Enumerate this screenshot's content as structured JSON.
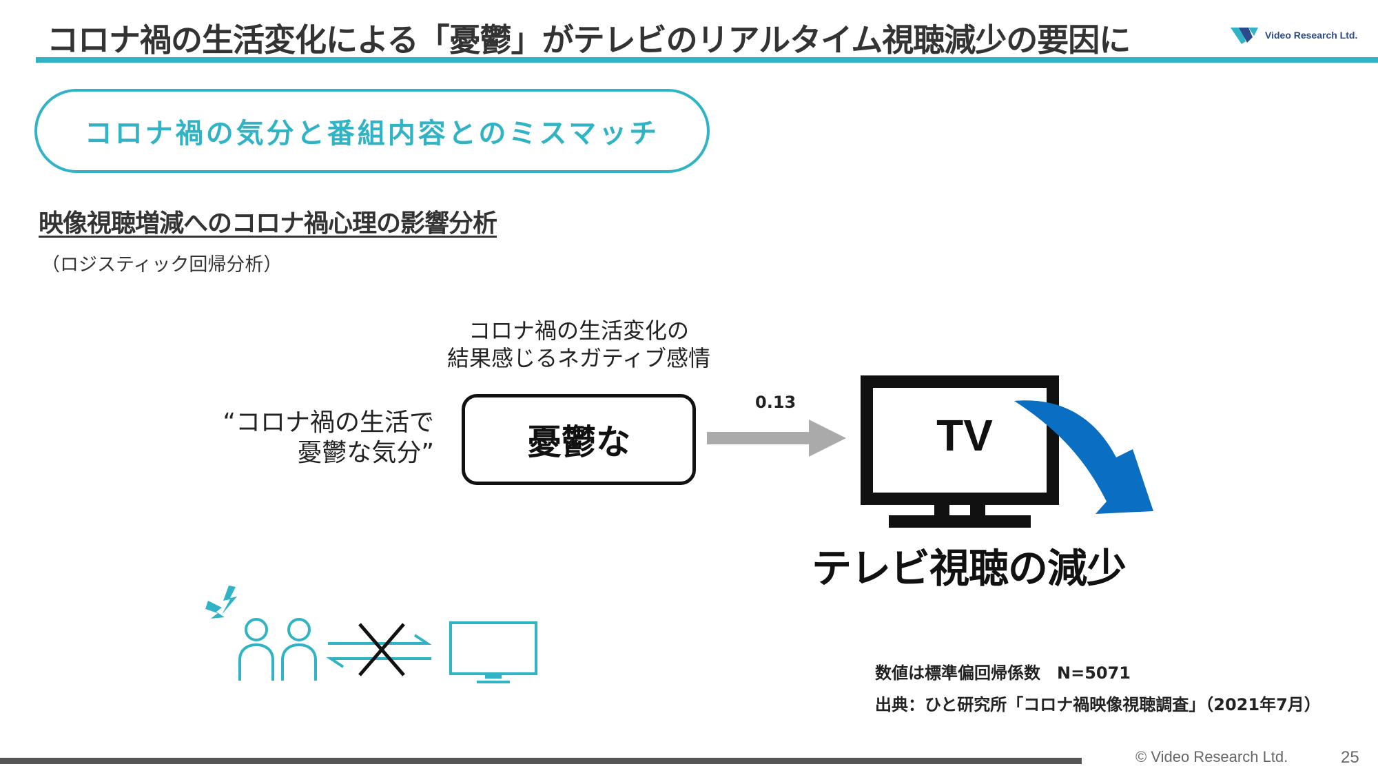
{
  "header": {
    "title": "コロナ禍の生活変化による「憂鬱」がテレビのリアルタイム視聴減少の要因に",
    "logo_text": "Video Research Ltd."
  },
  "banner": {
    "label": "コロナ禍の気分と番組内容とのミスマッチ"
  },
  "section": {
    "heading": "映像視聴増減へのコロナ禍心理の影響分析",
    "subheading": "（ロジスティック回帰分析）"
  },
  "diagram": {
    "negative_caption_line1": "コロナ禍の生活変化の",
    "negative_caption_line2": "結果感じるネガティブ感情",
    "quote_line1": "“コロナ禍の生活で",
    "quote_line2": "憂鬱な気分”",
    "mood_box_label": "憂鬱な",
    "coefficient": "0.13",
    "tv_label": "TV",
    "outcome_label": "テレビ視聴の減少"
  },
  "notes": {
    "coefficient_note": "数値は標準偏回帰係数　N=5071",
    "source": "出典：ひと研究所「コロナ禍映像視聴調査」（2021年7月）"
  },
  "footer": {
    "copyright": "© Video Research Ltd.",
    "page_number": "25"
  },
  "colors": {
    "accent_teal": "#2fb3c5",
    "arrow_gray": "#aaaaaa",
    "decline_blue": "#0a6fc2",
    "text_dark": "#222222"
  },
  "icons": {
    "logo": "vr-logo-icon",
    "people": "people-icon",
    "stress": "lightning-icon",
    "exchange": "exchange-arrows-icon",
    "cross": "cross-icon",
    "monitor": "monitor-icon",
    "effect_arrow": "right-arrow-icon",
    "decline_arrow": "down-curved-arrow-icon"
  }
}
